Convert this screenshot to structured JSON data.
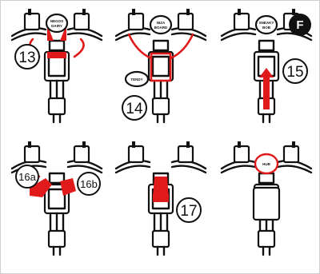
{
  "section_badge": "F",
  "panels": [
    {
      "step": "13",
      "blob_lines": [
        "NEGOS",
        "DAIRY"
      ]
    },
    {
      "step": "14",
      "blob_lines": [
        "NIZA",
        "BOARD"
      ],
      "side_label": "TENDY"
    },
    {
      "step": "15",
      "blob_lines": [
        "SNEAKY",
        "BOB"
      ]
    },
    {
      "steps": [
        "16a",
        "16b"
      ]
    },
    {
      "step": "17"
    },
    {
      "blob_lines": [
        "HUB"
      ]
    }
  ],
  "colors": {
    "highlight": "#e01a1a",
    "ink": "#111111",
    "badge": "#111111"
  }
}
